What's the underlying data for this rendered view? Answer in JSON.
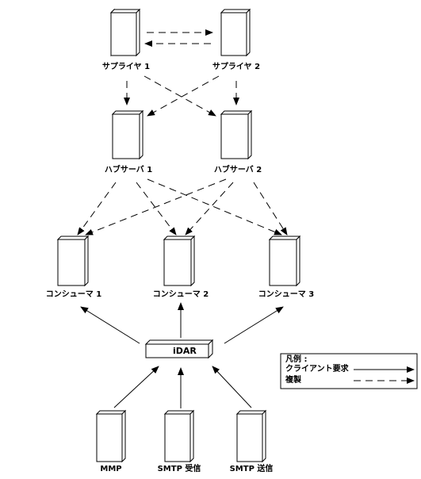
{
  "nodes": {
    "supplier1": "サプライヤ 1",
    "supplier2": "サプライヤ 2",
    "hub1": "ハブサーバ 1",
    "hub2": "ハブサーバ 2",
    "consumer1": "コンシューマ 1",
    "consumer2": "コンシューマ 2",
    "consumer3": "コンシューマ 3",
    "idar": "iDAR",
    "mmp": "MMP",
    "smtp_in": "SMTP 受信",
    "smtp_out": "SMTP 送信"
  },
  "legend": {
    "title": "凡例 :",
    "client_request": "クライアント要求",
    "replication": "複製"
  }
}
